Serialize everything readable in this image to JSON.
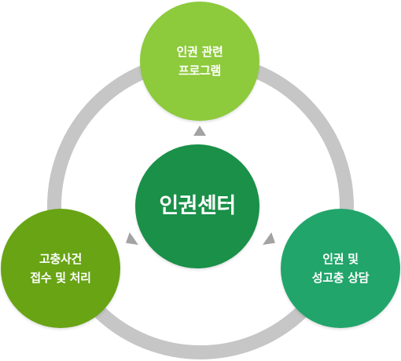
{
  "diagram": {
    "center": {
      "label": "인권센터",
      "color": "#1a9048"
    },
    "nodes": {
      "top": {
        "line1": "인권 관련",
        "line2": "프로그램",
        "color": "#8dca3c"
      },
      "left": {
        "line1": "고충사건",
        "line2": "접수 및 처리",
        "color": "#68a414"
      },
      "right": {
        "line1": "인권 및",
        "line2": "성고충 상담",
        "color": "#22a56b"
      }
    },
    "ring_color": "#c6c6c6",
    "arrow_color": "#a3a3a3",
    "arrows": [
      "up-arrow-icon",
      "left-arrow-icon",
      "right-arrow-icon"
    ]
  }
}
